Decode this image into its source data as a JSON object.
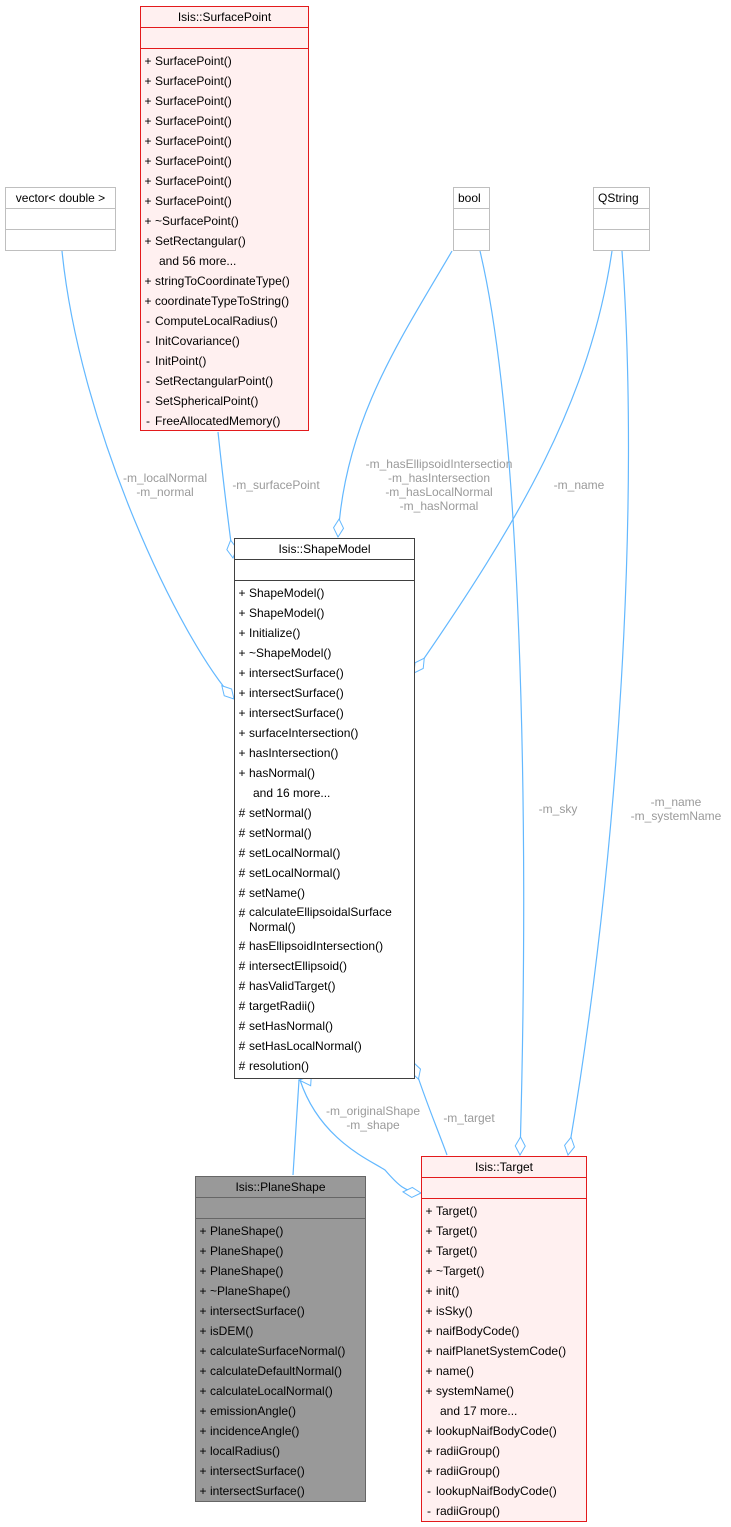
{
  "colors": {
    "edge": "#63b8ff",
    "label": "#9a9a9a",
    "red_border": "#e31a1c",
    "red_fill": "#fff0f0",
    "gray_fill": "#999999"
  },
  "nodes": {
    "surface_point": {
      "title": "Isis::SurfacePoint",
      "members": [
        {
          "v": "+",
          "t": "SurfacePoint()"
        },
        {
          "v": "+",
          "t": "SurfacePoint()"
        },
        {
          "v": "+",
          "t": "SurfacePoint()"
        },
        {
          "v": "+",
          "t": "SurfacePoint()"
        },
        {
          "v": "+",
          "t": "SurfacePoint()"
        },
        {
          "v": "+",
          "t": "SurfacePoint()"
        },
        {
          "v": "+",
          "t": "SurfacePoint()"
        },
        {
          "v": "+",
          "t": "SurfacePoint()"
        },
        {
          "v": "+",
          "t": "~SurfacePoint()"
        },
        {
          "v": "+",
          "t": "SetRectangular()"
        },
        {
          "v": "",
          "t": "and 56 more..."
        },
        {
          "v": "+",
          "t": "stringToCoordinateType()"
        },
        {
          "v": "+",
          "t": "coordinateTypeToString()"
        },
        {
          "v": "-",
          "t": "ComputeLocalRadius()"
        },
        {
          "v": "-",
          "t": "InitCovariance()"
        },
        {
          "v": "-",
          "t": "InitPoint()"
        },
        {
          "v": "-",
          "t": "SetRectangularPoint()"
        },
        {
          "v": "-",
          "t": "SetSphericalPoint()"
        },
        {
          "v": "-",
          "t": "FreeAllocatedMemory()"
        }
      ]
    },
    "vector_double": {
      "title": "vector< double >"
    },
    "bool": {
      "title": "bool"
    },
    "qstring": {
      "title": "QString"
    },
    "shape_model": {
      "title": "Isis::ShapeModel",
      "members": [
        {
          "v": "+",
          "t": "ShapeModel()"
        },
        {
          "v": "+",
          "t": "ShapeModel()"
        },
        {
          "v": "+",
          "t": "Initialize()"
        },
        {
          "v": "+",
          "t": "~ShapeModel()"
        },
        {
          "v": "+",
          "t": "intersectSurface()"
        },
        {
          "v": "+",
          "t": "intersectSurface()"
        },
        {
          "v": "+",
          "t": "intersectSurface()"
        },
        {
          "v": "+",
          "t": "surfaceIntersection()"
        },
        {
          "v": "+",
          "t": "hasIntersection()"
        },
        {
          "v": "+",
          "t": "hasNormal()"
        },
        {
          "v": "",
          "t": "and 16 more..."
        },
        {
          "v": "#",
          "t": "setNormal()"
        },
        {
          "v": "#",
          "t": "setNormal()"
        },
        {
          "v": "#",
          "t": "setLocalNormal()"
        },
        {
          "v": "#",
          "t": "setLocalNormal()"
        },
        {
          "v": "#",
          "t": "setName()"
        },
        {
          "v": "#",
          "t": "calculateEllipsoidalSurface Normal()",
          "wrap": true
        },
        {
          "v": "#",
          "t": "hasEllipsoidIntersection()"
        },
        {
          "v": "#",
          "t": "intersectEllipsoid()"
        },
        {
          "v": "#",
          "t": "hasValidTarget()"
        },
        {
          "v": "#",
          "t": "targetRadii()"
        },
        {
          "v": "#",
          "t": "setHasNormal()"
        },
        {
          "v": "#",
          "t": "setHasLocalNormal()"
        },
        {
          "v": "#",
          "t": "resolution()"
        }
      ]
    },
    "plane_shape": {
      "title": "Isis::PlaneShape",
      "members": [
        {
          "v": "+",
          "t": "PlaneShape()"
        },
        {
          "v": "+",
          "t": "PlaneShape()"
        },
        {
          "v": "+",
          "t": "PlaneShape()"
        },
        {
          "v": "+",
          "t": "~PlaneShape()"
        },
        {
          "v": "+",
          "t": "intersectSurface()"
        },
        {
          "v": "+",
          "t": "isDEM()"
        },
        {
          "v": "+",
          "t": "calculateSurfaceNormal()"
        },
        {
          "v": "+",
          "t": "calculateDefaultNormal()"
        },
        {
          "v": "+",
          "t": "calculateLocalNormal()"
        },
        {
          "v": "+",
          "t": "emissionAngle()"
        },
        {
          "v": "+",
          "t": "incidenceAngle()"
        },
        {
          "v": "+",
          "t": "localRadius()"
        },
        {
          "v": "+",
          "t": "intersectSurface()"
        },
        {
          "v": "+",
          "t": "intersectSurface()"
        }
      ]
    },
    "target": {
      "title": "Isis::Target",
      "members": [
        {
          "v": "+",
          "t": "Target()"
        },
        {
          "v": "+",
          "t": "Target()"
        },
        {
          "v": "+",
          "t": "Target()"
        },
        {
          "v": "+",
          "t": "~Target()"
        },
        {
          "v": "+",
          "t": "init()"
        },
        {
          "v": "+",
          "t": "isSky()"
        },
        {
          "v": "+",
          "t": "naifBodyCode()"
        },
        {
          "v": "+",
          "t": "naifPlanetSystemCode()"
        },
        {
          "v": "+",
          "t": "name()"
        },
        {
          "v": "+",
          "t": "systemName()"
        },
        {
          "v": "",
          "t": "and 17 more..."
        },
        {
          "v": "+",
          "t": "lookupNaifBodyCode()"
        },
        {
          "v": "+",
          "t": "radiiGroup()"
        },
        {
          "v": "+",
          "t": "radiiGroup()"
        },
        {
          "v": "-",
          "t": "lookupNaifBodyCode()"
        },
        {
          "v": "-",
          "t": "radiiGroup()"
        }
      ]
    }
  },
  "edge_labels": {
    "local_normal": "-m_localNormal\n-m_normal",
    "surface_point": "-m_surfacePoint",
    "has_flags": "-m_hasEllipsoidIntersection\n-m_hasIntersection\n-m_hasLocalNormal\n-m_hasNormal",
    "m_name": "-m_name",
    "m_sky": "-m_sky",
    "target_names": "-m_name\n-m_systemName",
    "original_shape": "-m_originalShape\n-m_shape",
    "m_target": "-m_target"
  }
}
